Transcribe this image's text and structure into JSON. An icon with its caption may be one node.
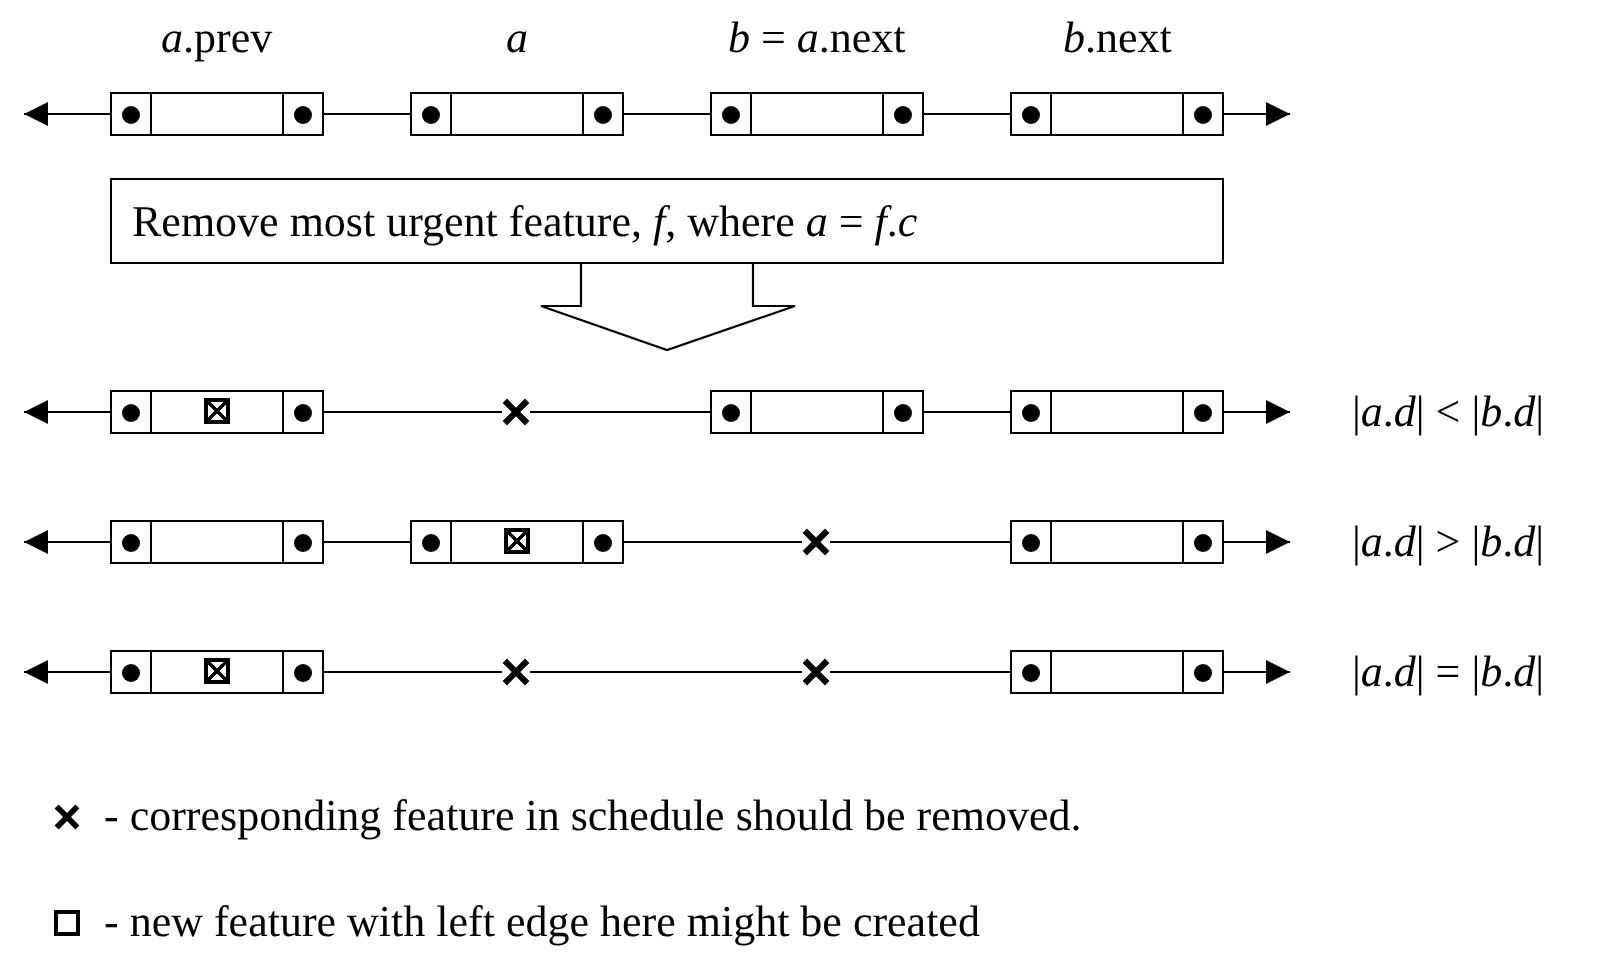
{
  "diagram": {
    "nodes": [
      {
        "text": [],
        "shape": "box",
        "beside": [
          "*a*.prev"
        ]
      },
      {
        "text": [],
        "shape": "box",
        "beside": [
          "*a*"
        ]
      },
      {
        "text": [],
        "shape": "box",
        "beside": [
          "*b* = *a*.next"
        ]
      },
      {
        "text": [],
        "shape": "box",
        "beside": [
          "*b*.next"
        ]
      },
      {
        "text": [
          "Remove most urgent feature, *f*, where *a* = *f*.*c*"
        ]
      },
      {
        "text": [],
        "shape": "box"
      },
      {
        "text": [],
        "shape": "cross"
      },
      {
        "text": [],
        "shape": "box"
      },
      {
        "text": [],
        "shape": "box"
      },
      {
        "text": [],
        "shape": "box"
      },
      {
        "text": [],
        "shape": "box"
      },
      {
        "text": [],
        "shape": "cross"
      },
      {
        "text": [],
        "shape": "box"
      },
      {
        "text": [],
        "shape": "box"
      },
      {
        "text": [],
        "shape": "cross"
      },
      {
        "text": [],
        "shape": "cross"
      },
      {
        "text": [],
        "shape": "box"
      }
    ],
    "edges": [
      {
        "from": 0,
        "to": null,
        "arrow": "to"
      },
      {
        "from": 0,
        "to": 1,
        "arrow": "none"
      },
      {
        "from": 1,
        "to": 2,
        "arrow": "none"
      },
      {
        "from": 2,
        "to": 3,
        "arrow": "none"
      },
      {
        "from": 3,
        "to": null,
        "arrow": "to"
      },
      {
        "from": 4,
        "to": null,
        "arrow": "to"
      },
      {
        "from": 5,
        "to": null,
        "arrow": "to"
      },
      {
        "from": 5,
        "to": 6,
        "arrow": "none"
      },
      {
        "from": 6,
        "to": 7,
        "arrow": "none"
      },
      {
        "from": 7,
        "to": 8,
        "arrow": "none"
      },
      {
        "from": 8,
        "to": null,
        "arrow": "to"
      },
      {
        "from": 9,
        "to": null,
        "arrow": "to"
      },
      {
        "from": 9,
        "to": 10,
        "arrow": "none"
      },
      {
        "from": 10,
        "to": 11,
        "arrow": "none"
      },
      {
        "from": 11,
        "to": 12,
        "arrow": "none"
      },
      {
        "from": 12,
        "to": null,
        "arrow": "to"
      },
      {
        "from": 13,
        "to": null,
        "arrow": "to"
      },
      {
        "from": 13,
        "to": 14,
        "arrow": "none"
      },
      {
        "from": 14,
        "to": 15,
        "arrow": "none"
      },
      {
        "from": 15,
        "to": 16,
        "arrow": "none"
      },
      {
        "from": 16,
        "to": null,
        "arrow": "to"
      }
    ],
    "labels": [
      "|*a*.*d*| < |*b*.*d*|",
      "|*a*.*d*| > |*b*.*d*|",
      "|*a*.*d*| = |*b*.*d*|"
    ],
    "legend": [
      {
        "text": "- corresponding feature in schedule should be removed."
      },
      {
        "text": "- new feature with left edge here might be created"
      }
    ]
  }
}
